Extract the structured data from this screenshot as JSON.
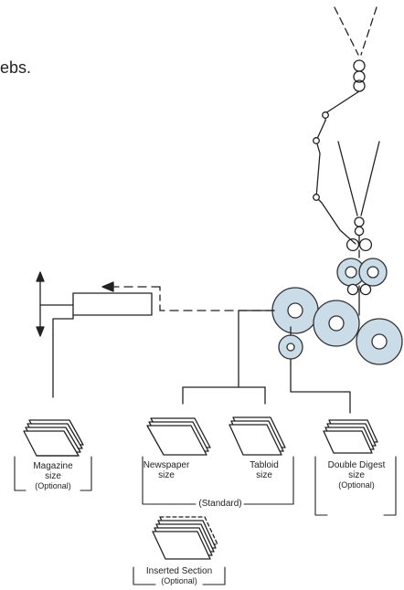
{
  "header_fragment": "ebs.",
  "labels": {
    "magazine": {
      "line1": "Magazine",
      "line2": "size",
      "line3": "(Optional)"
    },
    "newspaper": {
      "line1": "Newspaper",
      "line2": "size"
    },
    "tabloid": {
      "line1": "Tabloid",
      "line2": "size"
    },
    "standard": "(Standard)",
    "double_digest": {
      "line1": "Double Digest",
      "line2": "size",
      "line3": "(Optional)"
    },
    "inserted_section": {
      "line1": "Inserted Section",
      "line2": "(Optional)"
    }
  },
  "colors": {
    "line": "#222222",
    "cylinder_fill": "#c9dce8",
    "cylinder_stroke": "#333333"
  }
}
